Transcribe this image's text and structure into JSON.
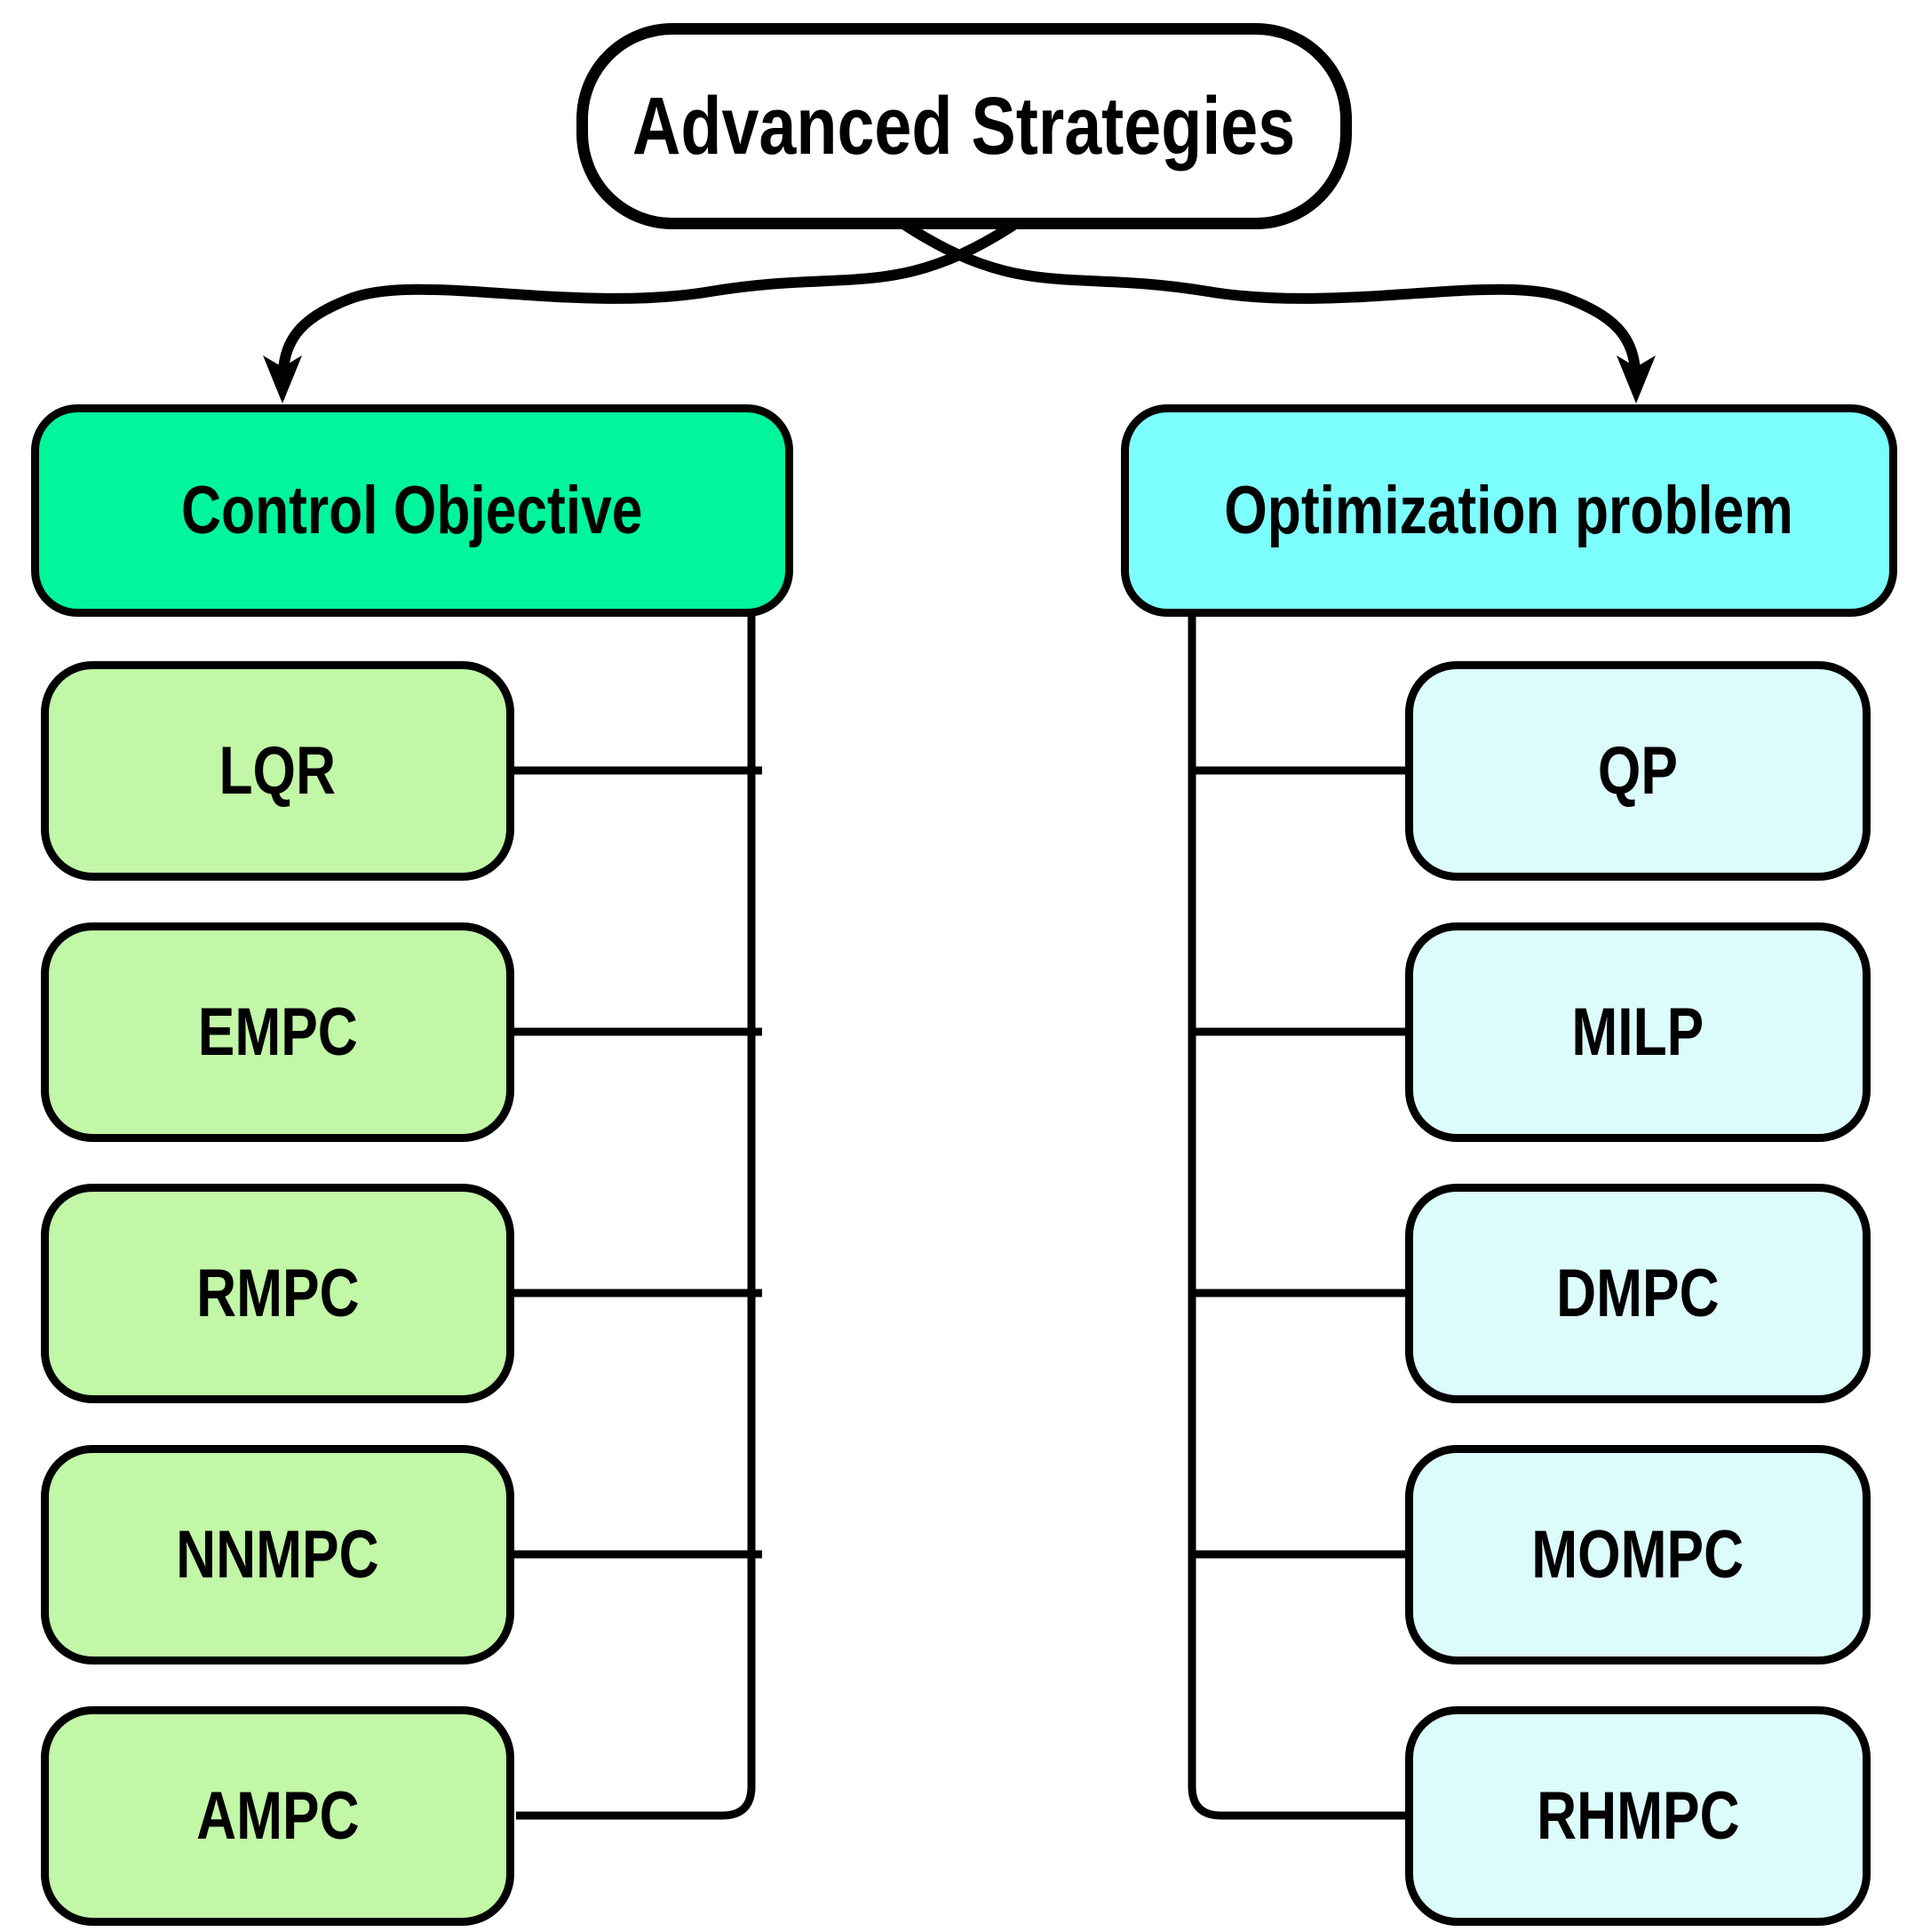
{
  "title": {
    "label": "Advanced Strategies"
  },
  "colors": {
    "background": "#FFFFFF",
    "stroke": "#000000",
    "title_fill": "#FFFFFF",
    "control_header_fill": "#00F59C",
    "control_child_fill": "#C1F7A6",
    "optimization_header_fill": "#7DFEFE",
    "optimization_child_fill": "#DCFBFB"
  },
  "columns": [
    {
      "header": "Control Objective",
      "children": [
        "LQR",
        "EMPC",
        "RMPC",
        "NNMPC",
        "AMPC"
      ]
    },
    {
      "header": "Optimization problem",
      "children": [
        "QP",
        "MILP",
        "DMPC",
        "MOMPC",
        "RHMPC"
      ]
    }
  ]
}
